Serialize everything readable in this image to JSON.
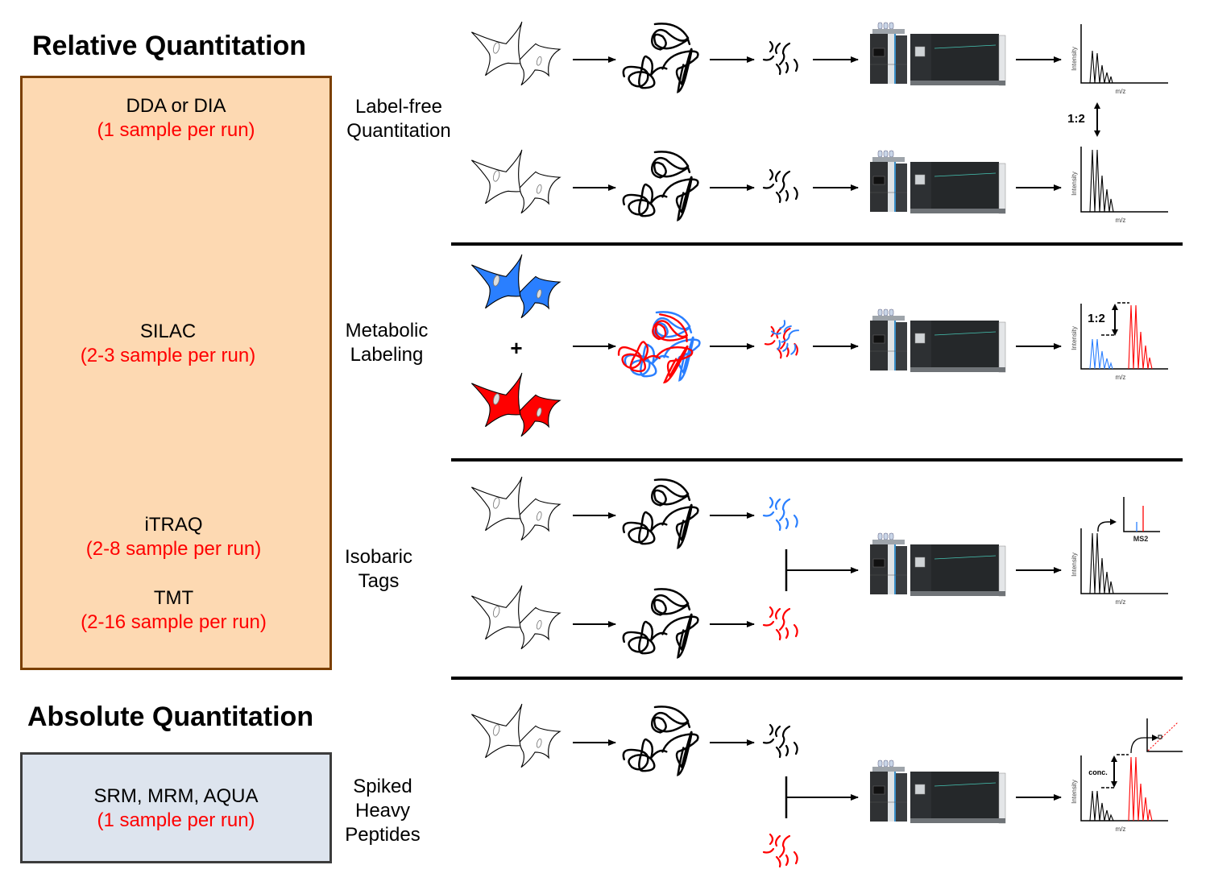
{
  "headings": {
    "relative": "Relative Quantitation",
    "absolute": "Absolute Quantitation"
  },
  "colors": {
    "relative_box_fill": "#fdd9b2",
    "relative_box_border": "#7b3f00",
    "absolute_box_fill": "#dde4ee",
    "absolute_box_border": "#3c3c3c",
    "sample_text": "#ff0000",
    "light_label": "#2a7fff",
    "heavy_label": "#ff0000"
  },
  "relative_methods": [
    {
      "name": "DDA or DIA",
      "samples": "(1 sample per run)"
    },
    {
      "name": "SILAC",
      "samples": "(2-3 sample per run)"
    },
    {
      "name": "iTRAQ",
      "samples": "(2-8 sample per run)"
    },
    {
      "name": "TMT",
      "samples": "(2-16 sample per run)"
    }
  ],
  "absolute_methods": [
    {
      "name": "SRM, MRM, AQUA",
      "samples": "(1 sample per run)"
    }
  ],
  "workflows": [
    {
      "label_line1": "Label-free",
      "label_line2": "Quantitation",
      "ratio": "1:2"
    },
    {
      "label_line1": "Metabolic",
      "label_line2": "Labeling",
      "ratio": "1:2",
      "plus": "+"
    },
    {
      "label_line1": "Isobaric",
      "label_line2": "Tags",
      "inset_label": "MS2"
    },
    {
      "label_line1": "Spiked",
      "label_line2": "Heavy",
      "label_line3": "Peptides",
      "annotation": "conc."
    }
  ],
  "spectrum_axes": {
    "ylabel": "Intensity",
    "xlabel": "m/z"
  }
}
